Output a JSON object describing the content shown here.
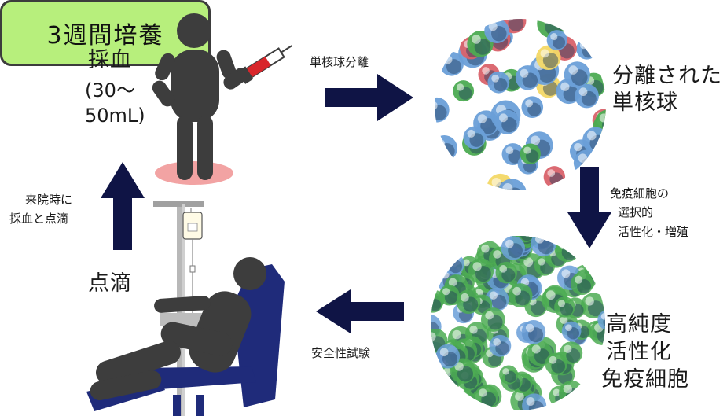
{
  "steps": {
    "blood_draw": {
      "label": "採血",
      "volume_line1": "(30〜",
      "volume_line2": "50mL)"
    },
    "separation": {
      "label": "単核球分離"
    },
    "separated_cells": {
      "line1": "分離された",
      "line2": "単核球"
    },
    "activation": {
      "line1": "免疫細胞の",
      "line2": "選択的",
      "line3": "活性化・増殖"
    },
    "culture": {
      "label": "3週間培養"
    },
    "result_cells": {
      "line1": "高純度",
      "line2": "活性化",
      "line3": "免疫細胞"
    },
    "safety_test": {
      "label": "安全性試験"
    },
    "infusion": {
      "label": "点滴"
    },
    "return_draw": {
      "line1": "来院時に",
      "line2": "採血と点滴"
    }
  },
  "colors": {
    "arrow": "#0f1445",
    "culture_box_fill": "#b7ef7c",
    "figure": "#3d3d3d",
    "chair": "#1f2b7a",
    "cell_blue": "#6a9fd8",
    "cell_yellow": "#f3d866",
    "cell_green": "#4cab52",
    "cell_red": "#d9626a",
    "floor_pink": "#f2a3a3"
  },
  "icons": [
    "arrow-right-icon",
    "arrow-down-icon",
    "arrow-left-icon",
    "arrow-up-icon",
    "syringe-icon",
    "iv-bag-icon"
  ]
}
